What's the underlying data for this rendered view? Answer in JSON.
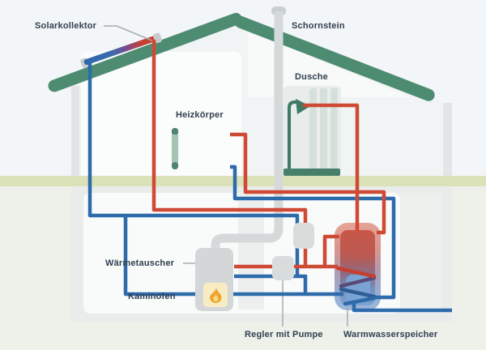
{
  "diagram": {
    "type": "home-heating-system-schematic",
    "labels": {
      "solar_collector": "Solarkollektor",
      "chimney": "Schornstein",
      "shower": "Dusche",
      "radiator": "Heizkörper",
      "heat_exchanger": "Wärmetauscher",
      "wood_stove": "Kaminofen",
      "controller_pump": "Regler mit Pumpe",
      "hot_water_tank": "Warmwasserspeicher"
    },
    "colors": {
      "hot-pipe": "#cf4a34",
      "cold-pipe": "#2d6bab",
      "roof-green": "#4e8c72",
      "ground-band": "#dce2b8",
      "label-text": "#31404f",
      "flame-orange": "#eda42e",
      "equipment-gray": "#d9dcdc",
      "chimney-gray": "#d6d9da",
      "shower-green": "#3e7b65",
      "radiator-green": "#a4c5b4",
      "coil-purple": "#5b4a76"
    }
  }
}
